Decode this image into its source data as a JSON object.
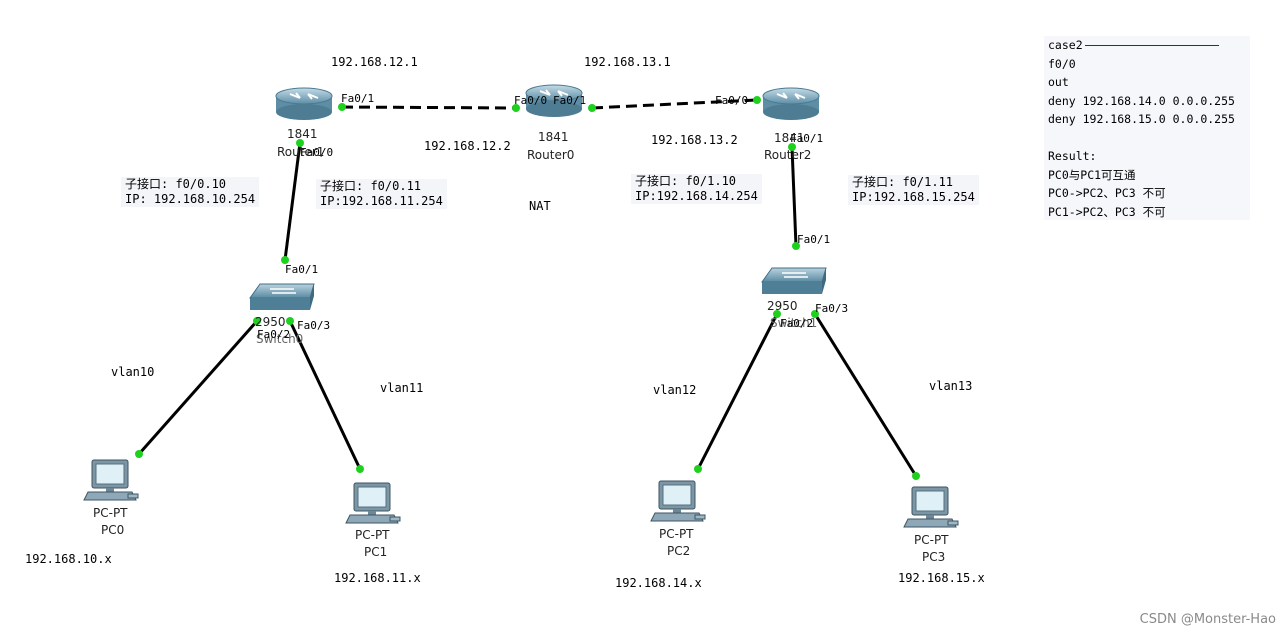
{
  "ip_labels": {
    "r1_fa01": "192.168.12.1",
    "r0_fa00": "192.168.12.2",
    "r0_fa01": "192.168.13.1",
    "r2_fa00": "192.168.13.2"
  },
  "nat_label": "NAT",
  "routers": {
    "r1": {
      "model": "1841",
      "name": "Router1",
      "p_fa01": "Fa0/1",
      "p_fa00": "Fa0/0"
    },
    "r0": {
      "model": "1841",
      "name": "Router0",
      "p_fa00": "Fa0/0",
      "p_fa01": "Fa0/1"
    },
    "r2": {
      "model": "1841",
      "name": "Router2",
      "p_fa00": "Fa0/0",
      "p_fa01": "Fa0/1"
    }
  },
  "switches": {
    "s0": {
      "model": "2950",
      "name": "Switch0",
      "p_up": "Fa0/1",
      "p_a": "Fa0/2",
      "p_b": "Fa0/3"
    },
    "s1": {
      "model": "2950",
      "name": "Switch1",
      "p_up": "Fa0/1",
      "p_a": "Fa0/2",
      "p_b": "Fa0/3"
    }
  },
  "subifs": [
    {
      "l1": "子接口: f0/0.10",
      "l2": "IP: 192.168.10.254"
    },
    {
      "l1": "子接口: f0/0.11",
      "l2": "IP:192.168.11.254"
    },
    {
      "l1": "子接口: f0/1.10",
      "l2": "IP:192.168.14.254"
    },
    {
      "l1": "子接口: f0/1.11",
      "l2": "IP:192.168.15.254"
    }
  ],
  "vlans": [
    "vlan10",
    "vlan11",
    "vlan12",
    "vlan13"
  ],
  "pcs": [
    {
      "type": "PC-PT",
      "name": "PC0",
      "net": "192.168.10.x"
    },
    {
      "type": "PC-PT",
      "name": "PC1",
      "net": "192.168.11.x"
    },
    {
      "type": "PC-PT",
      "name": "PC2",
      "net": "192.168.14.x"
    },
    {
      "type": "PC-PT",
      "name": "PC3",
      "net": "192.168.15.x"
    }
  ],
  "notes": {
    "case": "case2",
    "iface": "f0/0",
    "dir": "out",
    "rule1": "deny 192.168.14.0 0.0.0.255",
    "rule2": "deny 192.168.15.0 0.0.0.255",
    "result_title": "Result:",
    "res1": "PC0与PC1可互通",
    "res2": "PC0->PC2、PC3  不可",
    "res3": "PC1->PC2、PC3  不可"
  },
  "watermark": "CSDN @Monster-Hao",
  "colors": {
    "link": "#000000",
    "port_dot": "#1fd11f",
    "router_body": "#5f8fa8",
    "switch_body": "#6b9bb3"
  }
}
